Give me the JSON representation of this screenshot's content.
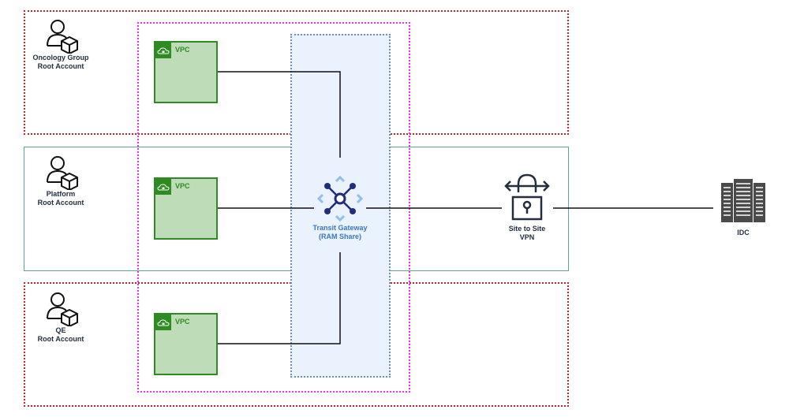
{
  "diagram": {
    "accounts": [
      {
        "id": "oncology",
        "line1": "Oncology Group",
        "line2": "Root Account",
        "border": "dotted-red"
      },
      {
        "id": "platform",
        "line1": "Platform",
        "line2": "Root Account",
        "border": "solid-teal"
      },
      {
        "id": "qe",
        "line1": "QE",
        "line2": "Root Account",
        "border": "dotted-red"
      }
    ],
    "vpcs": [
      {
        "label": "VPC",
        "account": "oncology"
      },
      {
        "label": "VPC",
        "account": "platform"
      },
      {
        "label": "VPC",
        "account": "qe"
      }
    ],
    "transit_gateway": {
      "line1": "Transit Gateway",
      "line2": "(RAM Share)"
    },
    "vpn": {
      "line1": "Site to Site",
      "line2": "VPN"
    },
    "idc": {
      "label": "IDC"
    },
    "icons": {
      "account": "user-with-cube-icon",
      "vpc": "cloud-lock-icon",
      "tgw": "transit-gateway-icon",
      "vpn": "padlock-with-arrows-icon",
      "idc": "server-rack-icon"
    },
    "colors": {
      "account_red": "#d21f26",
      "account_teal": "#5da6a0",
      "organization_magenta": "#ee30ee",
      "tgw_zone_border": "#6b8fbf",
      "tgw_zone_fill": "#e9f2fd",
      "vpc_green": "#2e8b21",
      "vpc_fill": "#bfdcb9",
      "tgw_navy": "#1f2d7a",
      "tgw_text": "#3b78c3",
      "idc_gray": "#4a4a4a"
    }
  }
}
